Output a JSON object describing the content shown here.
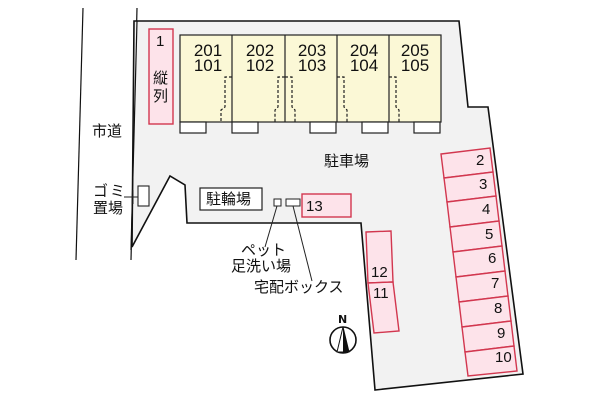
{
  "map": {
    "road_label": "市道",
    "garbage_label_line1": "ゴミ",
    "garbage_label_line2": "置場",
    "parking_lot_label": "駐車場",
    "bicycle_parking_label": "駐輪場",
    "pet_wash_label_line1": "ペット",
    "pet_wash_label_line2": "足洗い場",
    "delivery_box_label": "宅配ボックス",
    "north_label": "N",
    "tandem_space": {
      "number": "1",
      "note_line1": "縦",
      "note_line2": "列"
    },
    "units": [
      {
        "upper": "201",
        "lower": "101"
      },
      {
        "upper": "202",
        "lower": "102"
      },
      {
        "upper": "203",
        "lower": "103"
      },
      {
        "upper": "204",
        "lower": "104"
      },
      {
        "upper": "205",
        "lower": "105"
      }
    ],
    "right_spaces": [
      "2",
      "3",
      "4",
      "5",
      "6",
      "7",
      "8",
      "9",
      "10"
    ],
    "middle_spaces": [
      "12",
      "11"
    ],
    "space_13": "13",
    "colors": {
      "lot_fill": "#f2f2f2",
      "building_fill": "#fbf8d6",
      "space_fill": "#fde3ea",
      "space_stroke": "#d2374f",
      "line": "#111111"
    }
  }
}
